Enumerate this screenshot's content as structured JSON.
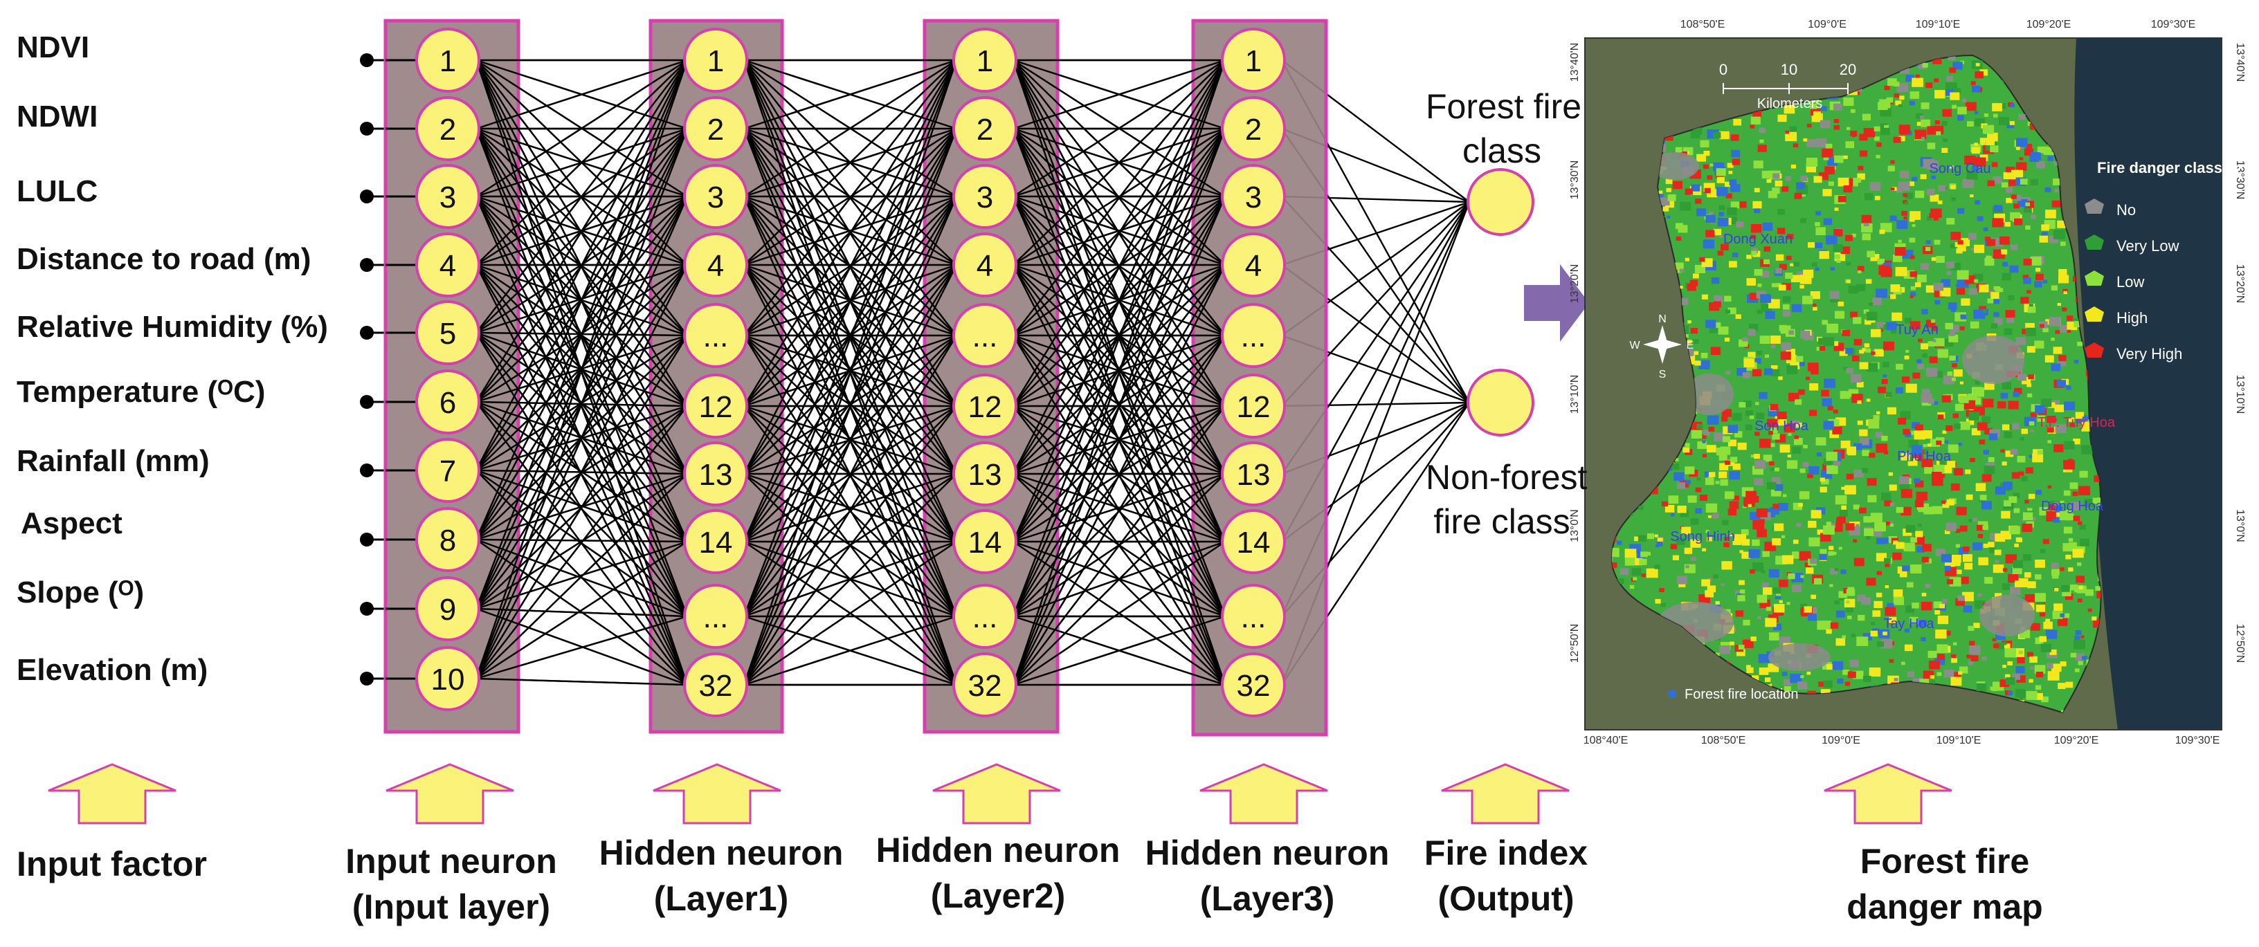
{
  "input_factors": [
    "NDVI",
    "NDWI",
    "LULC",
    "Distance to road (m)",
    "Relative Humidity (%)",
    "Temperature (ᴼC)",
    "Rainfall (mm)",
    "Aspect",
    "Slope (ᴼ)",
    "Elevation (m)"
  ],
  "input_neurons": [
    "1",
    "2",
    "3",
    "4",
    "5",
    "6",
    "7",
    "8",
    "9",
    "10"
  ],
  "hidden_neurons": [
    "1",
    "2",
    "3",
    "4",
    "...",
    "12",
    "13",
    "14",
    "...",
    "32"
  ],
  "outputs": {
    "forest_fire": [
      "Forest fire",
      "class"
    ],
    "non_forest_fire": [
      "Non-forest",
      "fire class"
    ]
  },
  "bottom_labels": {
    "input_factor": [
      "Input factor"
    ],
    "input_neuron": [
      "Input neuron",
      "(Input layer)"
    ],
    "hidden1": [
      "Hidden neuron",
      "(Layer1)"
    ],
    "hidden2": [
      "Hidden neuron",
      "(Layer2)"
    ],
    "hidden3": [
      "Hidden neuron",
      "(Layer3)"
    ],
    "output": [
      "Fire index",
      "(Output)"
    ],
    "map": [
      "Forest fire",
      "danger map"
    ]
  },
  "map": {
    "top_ticks": [
      "108°50'E",
      "109°0'E",
      "109°10'E",
      "109°20'E",
      "109°30'E"
    ],
    "bottom_ticks": [
      "108°40'E",
      "108°50'E",
      "109°0'E",
      "109°10'E",
      "109°20'E",
      "109°30'E"
    ],
    "left_ticks": [
      "13°40'N",
      "13°30'N",
      "13°20'N",
      "13°10'N",
      "13°0'N",
      "12°50'N"
    ],
    "scale_ticks": [
      "0",
      "10",
      "20"
    ],
    "scale_unit": "Kilometers",
    "legend_title": "Fire danger classes",
    "legend": [
      {
        "label": "No",
        "color": "#8c8c8c"
      },
      {
        "label": "Very Low",
        "color": "#2e9e35"
      },
      {
        "label": "Low",
        "color": "#8ee03a"
      },
      {
        "label": "High",
        "color": "#f3e81c"
      },
      {
        "label": "Very High",
        "color": "#e4261c"
      }
    ],
    "places": [
      "Song Cau",
      "Dong Xuan",
      "Tuy An",
      "Son Hoa",
      "T.P. Tuy Hoa",
      "Phu Hoa",
      "Dong Hoa",
      "Song Hinh",
      "Tay Hoa"
    ],
    "compass": [
      "N",
      "E",
      "S",
      "W"
    ],
    "fire_location_label": "Forest fire location"
  },
  "colors": {
    "layer_box": "#988282",
    "layer_border": "#d63fae",
    "neuron_fill": "#fbf27a",
    "neuron_border": "#d63fae",
    "up_arrow_fill": "#fbf27a",
    "up_arrow_border": "#d63fae",
    "right_arrow": "#8569ad",
    "sea": "#1f3545"
  }
}
